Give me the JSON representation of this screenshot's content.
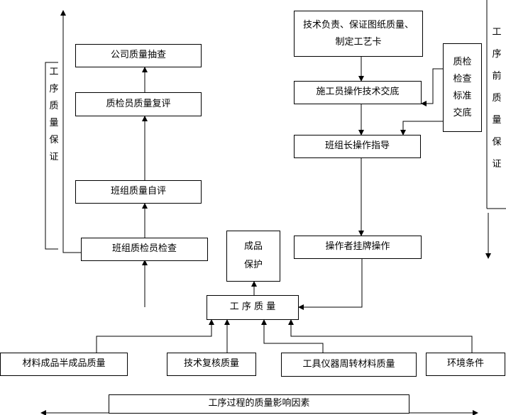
{
  "nodes": {
    "company_check": "公司质量抽查",
    "inspector_review": "质检员质量复评",
    "team_self_eval": "班组质量自评",
    "team_inspector_check": "班组质检员检查",
    "product_protect_l1": "成品",
    "product_protect_l2": "保护",
    "tech_lead_l1": "技术负责、保证图纸质量、",
    "tech_lead_l2": "制定工艺卡",
    "worker_tech_brief": "施工员操作技术交底",
    "team_lead_guidance": "班组长操作指导",
    "operator_tag": "操作者挂牌操作",
    "process_quality": "工 序 质 量",
    "quality_std_l1": "质检",
    "quality_std_l2": "检查",
    "quality_std_l3": "标准",
    "quality_std_l4": "交底",
    "material_quality": "材料成品半成品质量",
    "tech_recheck": "技术复核质量",
    "tool_quality": "工具仪器周转材料质量",
    "environment": "环境条件",
    "footer_title": "工序过程的质量影响因素"
  },
  "side_labels": {
    "left": [
      "工",
      "序",
      "质",
      "量",
      "保",
      "证"
    ],
    "right": [
      "工",
      "序",
      "前",
      "质",
      "量",
      "保",
      "证"
    ]
  }
}
